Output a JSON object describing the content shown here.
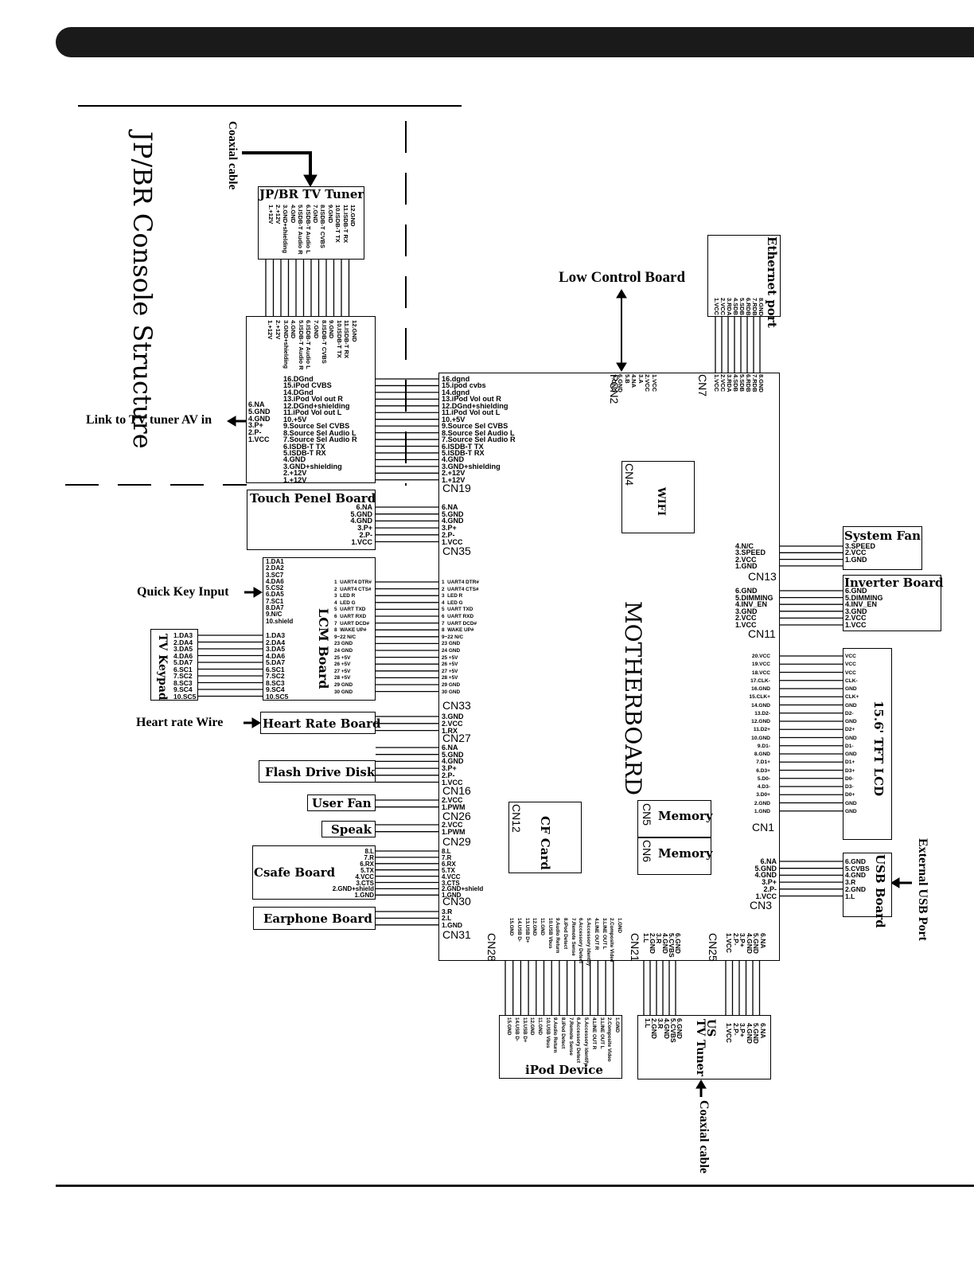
{
  "page_title": "JP/BR Console Structure",
  "motherboard": "MOTHERBOARD",
  "boards": {
    "jp_tuner": "JP/BR TV Tuner",
    "touch": "Touch Penel Board",
    "lcm": "LCM Board",
    "tv_keypad": "TV Keypad",
    "heart_rate": "Heart Rate Board",
    "flash": "Flash Drive Disk",
    "user_fan": "User Fan",
    "speak": "Speak",
    "csafe": "Csafe Board",
    "earphone": "Earphone Board",
    "ipod": "iPod Device",
    "us_tuner": "US\nTV Tuner",
    "system_fan": "System Fan",
    "inverter": "Inverter Board",
    "tft": "15.6' TFT LCD",
    "usb_board": "USB Board",
    "ethernet": "Ethernet port",
    "wifi": "WIFI",
    "cf": "CF Card",
    "memory1": "Memory",
    "memory2": "Memory"
  },
  "labels": {
    "coax_top": "Coaxial cable",
    "coax_bottom": "Coaxial cable",
    "low_control": "Low Control Board",
    "link_tv": "Link to TV tuner AV in",
    "quick_key": "Quick Key Input",
    "heart_wire": "Heart rate Wire",
    "ext_usb": "External USB Port"
  },
  "connectors": {
    "cn19": "CN19",
    "cn35": "CN35",
    "cn33": "CN33",
    "cn27": "CN27",
    "cn16": "CN16",
    "cn26": "CN26",
    "cn29": "CN29",
    "cn30": "CN30",
    "cn31": "CN31",
    "cn28": "CN28",
    "cn21": "CN21",
    "cn25": "CN25",
    "cn3": "CN3",
    "cn1": "CN1",
    "cn11": "CN11",
    "cn13": "CN13",
    "cn7": "CN7",
    "pcn2": "PCN2",
    "cn4": "CN4",
    "cn12": "CN12",
    "cn5": "CN5",
    "cn6": "CN6"
  },
  "pins": {
    "jp_tuner": "12.GND\n11.ISDB-T RX\n10.ISDB-T TX\n9.GND\n8.ISDB-T CVBS\n7.GND\n6.ISDB-T Audio L\n5.ISDB-T Audio R\n4.GND\n3.GND+shielding\n2.+12V\n1.+12V",
    "jp_adapter_top": "12.GND\n11.ISDB-T RX\n10.ISDB-T TX\n9.GND\n8.ISDB-T CVBS\n7.GND\n6.ISDB-T Audio L\n5.ISDB-T Audio R\n4.GND\n3.GND+shielding\n2.+12V\n1.+12V",
    "jp_adapter_left": "6.NA\n5.GND\n4.GND\n3.P+\n2.P-\n1.VCC",
    "jp_adapter_right": "16.DGnd\n15.iPod CVBS\n14.DGnd\n13.iPod Vol out R\n12.DGnd+shielding\n11.iPod Vol out L\n10.+5V\n9.Source Sel CVBS\n8.Source Sel Audio L\n7.Source Sel Audio R\n6.ISDB-T TX\n5.ISDB-T RX\n4.GND\n3.GND+shielding\n2.+12V\n1.+12V",
    "cn19": "16.dgnd\n15.ipod cvbs\n14.dgnd\n13.iPod Vol out R\n12.DGnd+shielding\n11.iPod Vol out L\n10.+5V\n9.Source Sel CVBS\n8.Source Sel Audio L\n7.Source Sel Audio R\n6.ISDB-T TX\n5.ISDB-T RX\n4.GND\n3.GND+shielding\n2.+12V\n1.+12V",
    "touch": "6.NA\n5.GND\n4.GND\n3.P+\n2.P-\n1.VCC",
    "cn35": "6.NA\n5.GND\n4.GND\n3.P+\n2.P-\n1.VCC",
    "lcm_quick": "1.DA1\n2.DA2\n3.SC7\n4.DA6\n5.CS2\n6.DA5\n7.SC1\n8.DA7\n9.N/C\n10.shield",
    "lcm_keypad": "1.DA3\n2.DA4\n3.DA5\n4.DA6\n5.DA7\n6.SC1\n7.SC2\n8.SC3\n9.SC4\n10.SC5",
    "tv_keypad": "1.DA3\n2.DA4\n3.DA5\n4.DA6\n5.DA7\n6.SC1\n7.SC2\n8.SC3\n9.SC4\n10.SC5",
    "lcm_right": "1  UART4 DTR#\n2  UART4 CTS#\n3  LED R\n4  LED G\n5  UART TXD\n6  UART RXD\n7  UART DCD#\n8  WAKE UP#\n9~22 N/C\n23 GND\n24 GND\n25 +5V\n26 +5V\n27 +5V\n28 +5V\n29 GND\n30 GND",
    "cn33": "1  UART4 DTR#\n2  UART4 CTS#\n3  LED R\n4  LED G\n5  UART TXD\n6  UART RXD\n7  UART DCD#\n8  WAKE UP#\n9~22 N/C\n23 GND\n24 GND\n25 +5V\n26 +5V\n27 +5V\n28 +5V\n29 GND\n30 GND",
    "cn27": "3.GND\n2.VCC\n1.RX",
    "cn16": "6.NA\n5.GND\n4.GND\n3.P+\n2.P-\n1.VCC",
    "cn26": "2.VCC\n1.PWM",
    "cn29": "2.VCC\n1.PWM",
    "csafe": "8.L\n7.R\n6.RX\n5.TX\n4.VCC\n3.CTS\n2.GND+shield\n1.GND",
    "cn30": "8.L\n7.R\n6.RX\n5.TX\n4.VCC\n3.CTS\n2.GND+shield\n1.GND",
    "cn31": "3.R\n2.L\n1.GND",
    "cn28": "1.GND\n2.Composite Video\n3.LINE OUT L\n4.LINE OUT R\n5.Accessory Identify\n6.Accessory Detect\n7.Remote Sense\n8.iPod Detect\n9.Audio Return\n10.USB Vbus\n11.GND\n12.GND\n13.USB D+\n14.USB D-\n15.GND",
    "ipod": "1.GND\n2.Composite Video\n3.LINE OUT L\n4.LINE OUT R\n5.Accessory Identify\n6.Accessory Detect\n7.Remote Sense\n8.iPod Detect\n9.Audio Return\n10.USB Vbus\n11.GND\n12.GND\n13.USB D+\n14.USB D-\n15.GND",
    "cn21": "6.GND\n5.CVBS\n4.GND\n3.R\n2.GND\n1.L",
    "cn25": "6.NA\n5.GND\n4.GND\n3.P+\n2.P-\n1.VCC",
    "us_tuner_a": "6.GND\n5.CVBS\n4.GND\n3.R\n2.GND\n1.L",
    "us_tuner_b": "6.NA\n5.GND\n4.GND\n3.P+\n2.P-\n1.VCC",
    "cn3": "6.NA\n5.GND\n4.GND\n3.P+\n2.P-\n1.VCC",
    "usb_board": "6.GND\n5.CVBS\n4.GND\n3.R\n2.GND\n1.L",
    "cn1": "20.VCC\n19.VCC\n18.VCC\n17.CLK-\n16.GND\n15.CLK+\n14.GND\n13.D2-\n12.GND\n11.D2+\n10.GND\n9.D1-\n8.GND\n7.D1+\n6.D3+\n5.D0-\n4.D3-\n3.D0+\n2.GND\n1.GND",
    "tft": "VCC\nVCC\nVCC\nCLK-\nGND\nCLK+\nGND\nD2-\nGND\nD2+\nGND\nD1-\nGND\nD1+\nD3+\nD0-\nD3-\nD0+\nGND\nGND",
    "cn11": "6.GND\n5.DIMMING\n4.INV_EN\n3.GND\n2.VCC\n1.VCC",
    "inverter": "6.GND\n5.DIMMING\n4.INV_EN\n3.GND\n2.VCC\n1.VCC",
    "cn13": "4.N/C\n3.SPEED\n2.VCC\n1.GND",
    "system_fan": "3.SPEED\n2.VCC\n1.GND",
    "cn7": "8.GND\n7.RDB\n6.RDB\n5.SDB\n4.SDB\n3.RDA\n2.VCC\n1.VCC",
    "ethernet": "8.GND\n7.RDB\n6.RDB\n5.SDB\n4.SDB\n3.RDA\n2.VCC\n1.VCC",
    "pcn2": "1.VCC\n2.VCC\n3.A\n4.NA\n5.B\n6.GND\n7.GND"
  }
}
